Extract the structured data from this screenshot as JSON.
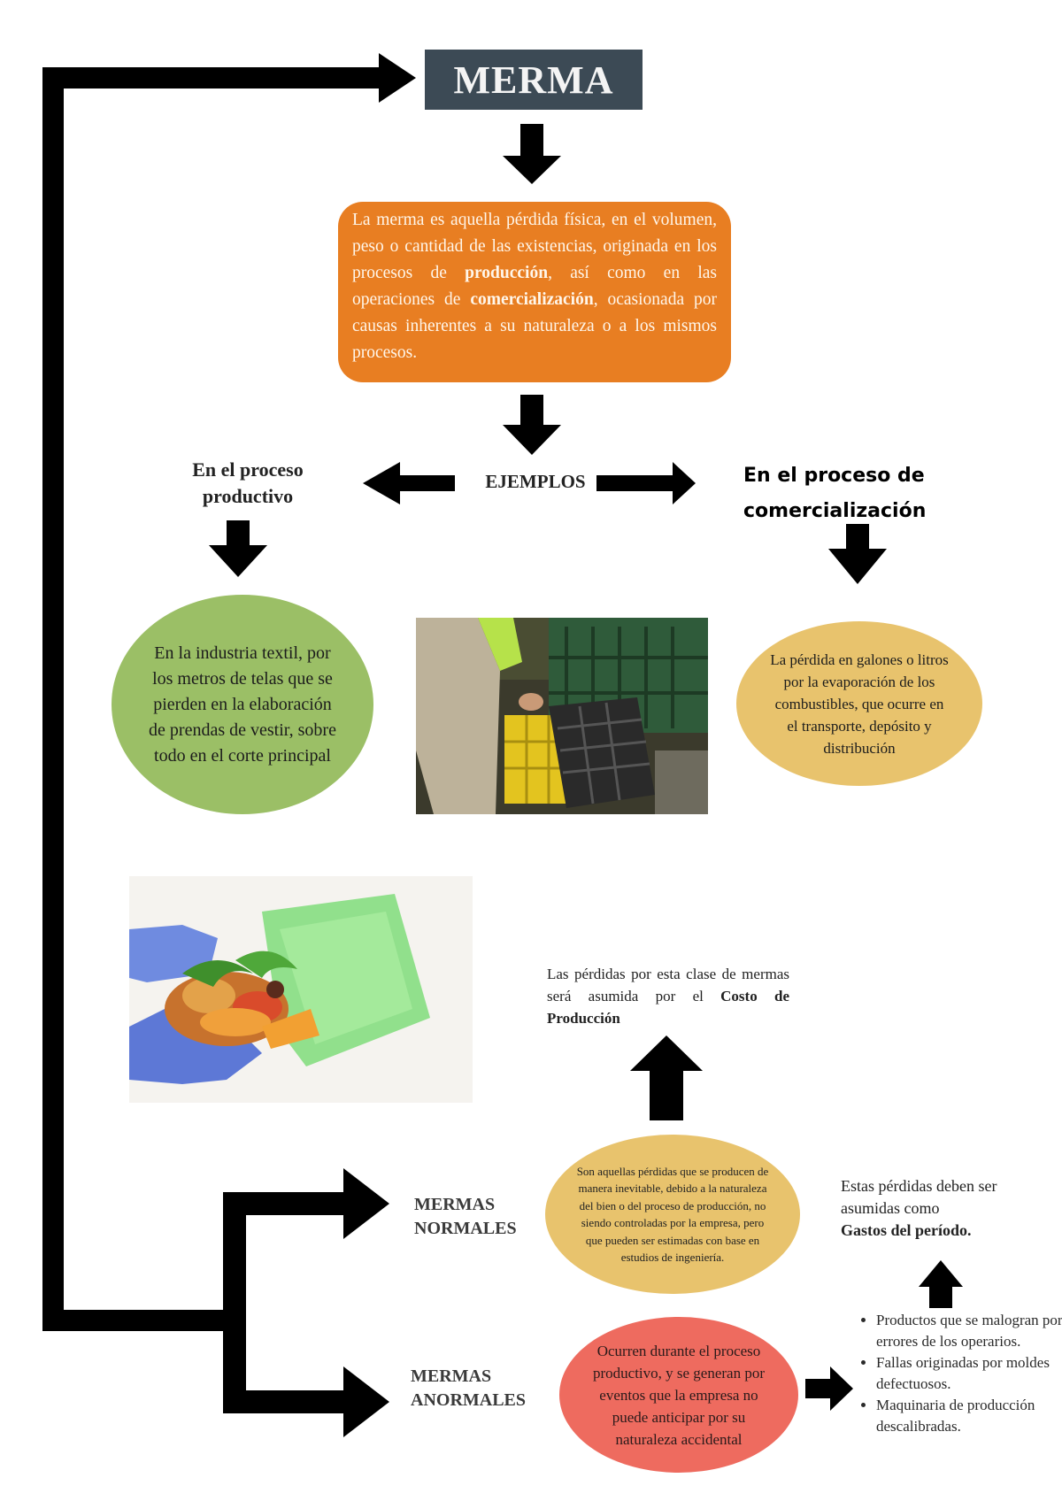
{
  "title": "MERMA",
  "definition": {
    "part1": "La merma es aquella pérdida física, en el volumen, peso o cantidad de las existencias, originada en los procesos de ",
    "bold1": "producción",
    "part2": ", así como en las operaciones de ",
    "bold2": "comercialización",
    "part3": ", ocasionada por causas inherentes a su naturaleza o a los mismos procesos."
  },
  "examples": {
    "label": "EJEMPLOS",
    "productive": {
      "heading": "En el proceso productivo",
      "description": "En la industria textil, por los metros de telas que se pierden en la elaboración de prendas de vestir, sobre todo en el corte principal"
    },
    "commercial": {
      "heading": "En el proceso de comercialización",
      "description": "La pérdida en galones o litros por la evaporación de los combustibles, que ocurre en el transporte, depósito y distribución"
    }
  },
  "normal": {
    "label": "MERMAS NORMALES",
    "description": "Son aquellas pérdidas que se producen de manera inevitable, debido a la naturaleza del bien o del proceso de producción, no siendo controladas por la empresa, pero que pueden ser estimadas con base en estudios de ingeniería.",
    "cost_text": "Las pérdidas por esta clase de mermas será asumida por el ",
    "cost_bold": "Costo de Producción"
  },
  "abnormal": {
    "label": "MERMAS ANORMALES",
    "description": "Ocurren durante el proceso productivo, y se generan por eventos que la empresa no puede anticipar por su naturaleza accidental",
    "expense_text": "Estas pérdidas deben ser asumidas como ",
    "expense_bold": "Gastos del período.",
    "causes": [
      "Productos que se malogran por errores de los operarios.",
      "Fallas originadas por moldes defectuosos.",
      "Maquinaria de producción descalibradas."
    ]
  },
  "colors": {
    "title_box": "#3c4a55",
    "definition_box": "#e87e22",
    "productive_ellipse": "#9bbf66",
    "commercial_ellipse": "#e8c36d",
    "normal_ellipse": "#e8c36d",
    "abnormal_ellipse": "#ee6b5f",
    "arrows": "#000000"
  }
}
